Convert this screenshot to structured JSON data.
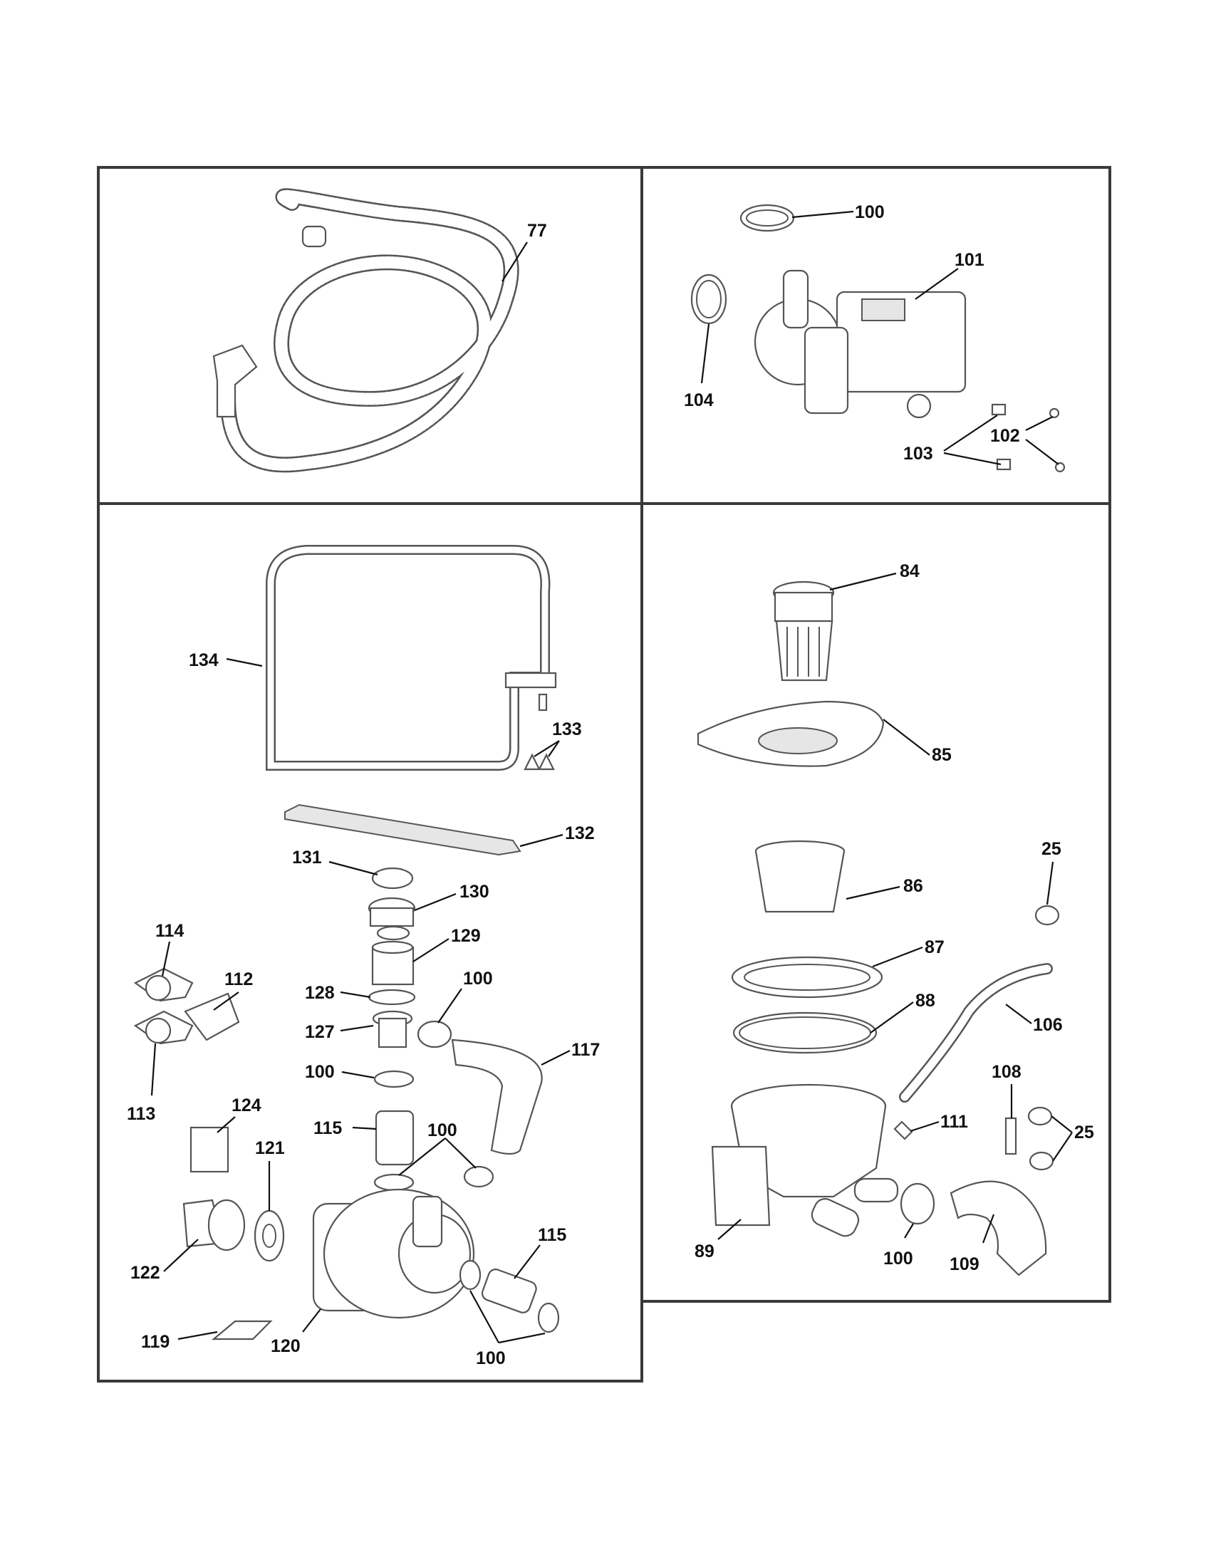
{
  "diagram": {
    "panels": [
      {
        "id": "drain-hose",
        "labels": [
          "77"
        ]
      },
      {
        "id": "drain-pump",
        "labels": [
          "100",
          "101",
          "104",
          "103",
          "102"
        ]
      },
      {
        "id": "wash-system",
        "labels": [
          "134",
          "133",
          "132",
          "131",
          "130",
          "129",
          "128",
          "127",
          "114",
          "112",
          "113",
          "124",
          "100",
          "117",
          "115",
          "121",
          "122",
          "120",
          "119"
        ]
      },
      {
        "id": "sump-filter",
        "labels": [
          "84",
          "85",
          "86",
          "87",
          "88",
          "25",
          "106",
          "108",
          "111",
          "89",
          "100",
          "109"
        ]
      }
    ],
    "callouts": {
      "p77": "77",
      "p100": "100",
      "p101": "101",
      "p104": "104",
      "p103": "103",
      "p102": "102",
      "p134": "134",
      "p133": "133",
      "p132": "132",
      "p131": "131",
      "p130": "130",
      "p129": "129",
      "p128": "128",
      "p127": "127",
      "p114": "114",
      "p112": "112",
      "p113": "113",
      "p124": "124",
      "p117": "117",
      "p115": "115",
      "p121": "121",
      "p122": "122",
      "p120": "120",
      "p119": "119",
      "p84": "84",
      "p85": "85",
      "p86": "86",
      "p87": "87",
      "p88": "88",
      "p25": "25",
      "p106": "106",
      "p108": "108",
      "p111": "111",
      "p89": "89",
      "p109": "109"
    }
  }
}
